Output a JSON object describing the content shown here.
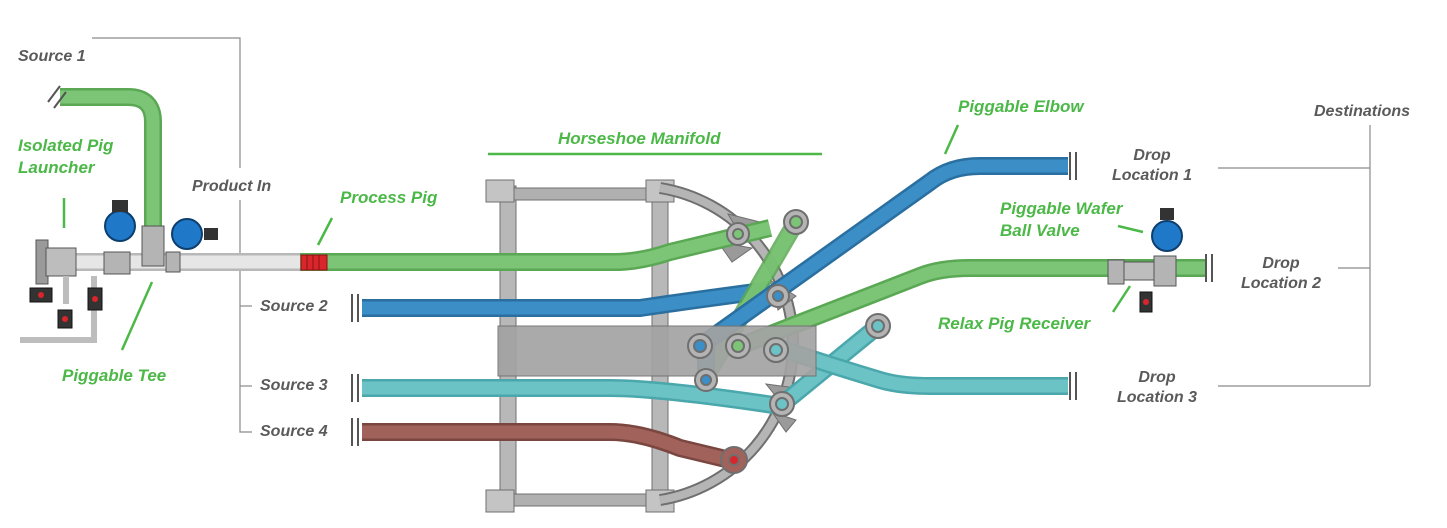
{
  "colors": {
    "green_pipe": "#7cc576",
    "green_pipe_dark": "#5aa854",
    "blue_pipe": "#3b8ec6",
    "blue_pipe_dark": "#2a6f9f",
    "cyan_pipe": "#6cc3c6",
    "brown_pipe": "#a0625a",
    "white_pipe": "#e2e2e2",
    "steel": "#a9a9a9",
    "steel_dark": "#6f6f6f",
    "pig_red": "#d9262c",
    "valve_blue": "#1f78c8",
    "label_green": "#4cb848",
    "label_gray": "#5a5a5a"
  },
  "labels": {
    "source1": "Source 1",
    "isolated_pig_launcher_line1": "Isolated Pig",
    "isolated_pig_launcher_line2": "Launcher",
    "product_in": "Product In",
    "process_pig": "Process Pig",
    "horseshoe_manifold": "Horseshoe Manifold",
    "piggable_elbow": "Piggable Elbow",
    "destinations": "Destinations",
    "drop1_line1": "Drop",
    "drop1_line2": "Location 1",
    "piggable_wafer_line1": "Piggable Wafer",
    "piggable_wafer_line2": "Ball Valve",
    "drop2_line1": "Drop",
    "drop2_line2": "Location 2",
    "relax_pig_receiver": "Relax Pig Receiver",
    "source2": "Source 2",
    "source3": "Source 3",
    "source4": "Source 4",
    "drop3_line1": "Drop",
    "drop3_line2": "Location 3",
    "piggable_tee": "Piggable Tee"
  }
}
